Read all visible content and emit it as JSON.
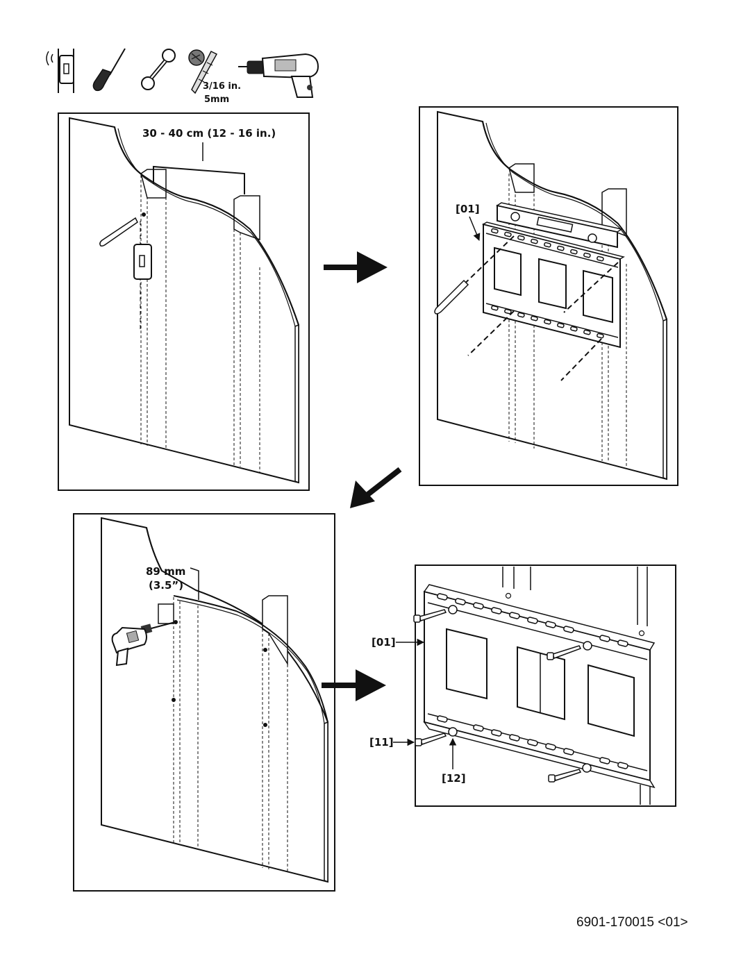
{
  "tools": {
    "drill_bit_size_in": "3/16 in.",
    "drill_bit_size_mm": "5mm",
    "items": [
      "stud-finder-icon",
      "screwdriver-icon",
      "wrench-icon",
      "drill-bit-icon",
      "power-drill-icon"
    ]
  },
  "step1": {
    "stud_spacing": "30 - 40 cm (12 - 16 in.)"
  },
  "step2": {
    "part_label": "[01]"
  },
  "step3": {
    "depth_mm": "89 mm",
    "depth_in": "(3.5”)"
  },
  "step4": {
    "plate_label": "[01]",
    "bolt_label": "[11]",
    "washer_label": "[12]"
  },
  "footer": {
    "doc_number": "6901-170015 <01>"
  },
  "colors": {
    "ink": "#111111",
    "paper": "#ffffff",
    "stud": "#e6e6e6",
    "tool": "#3a3a3a"
  }
}
